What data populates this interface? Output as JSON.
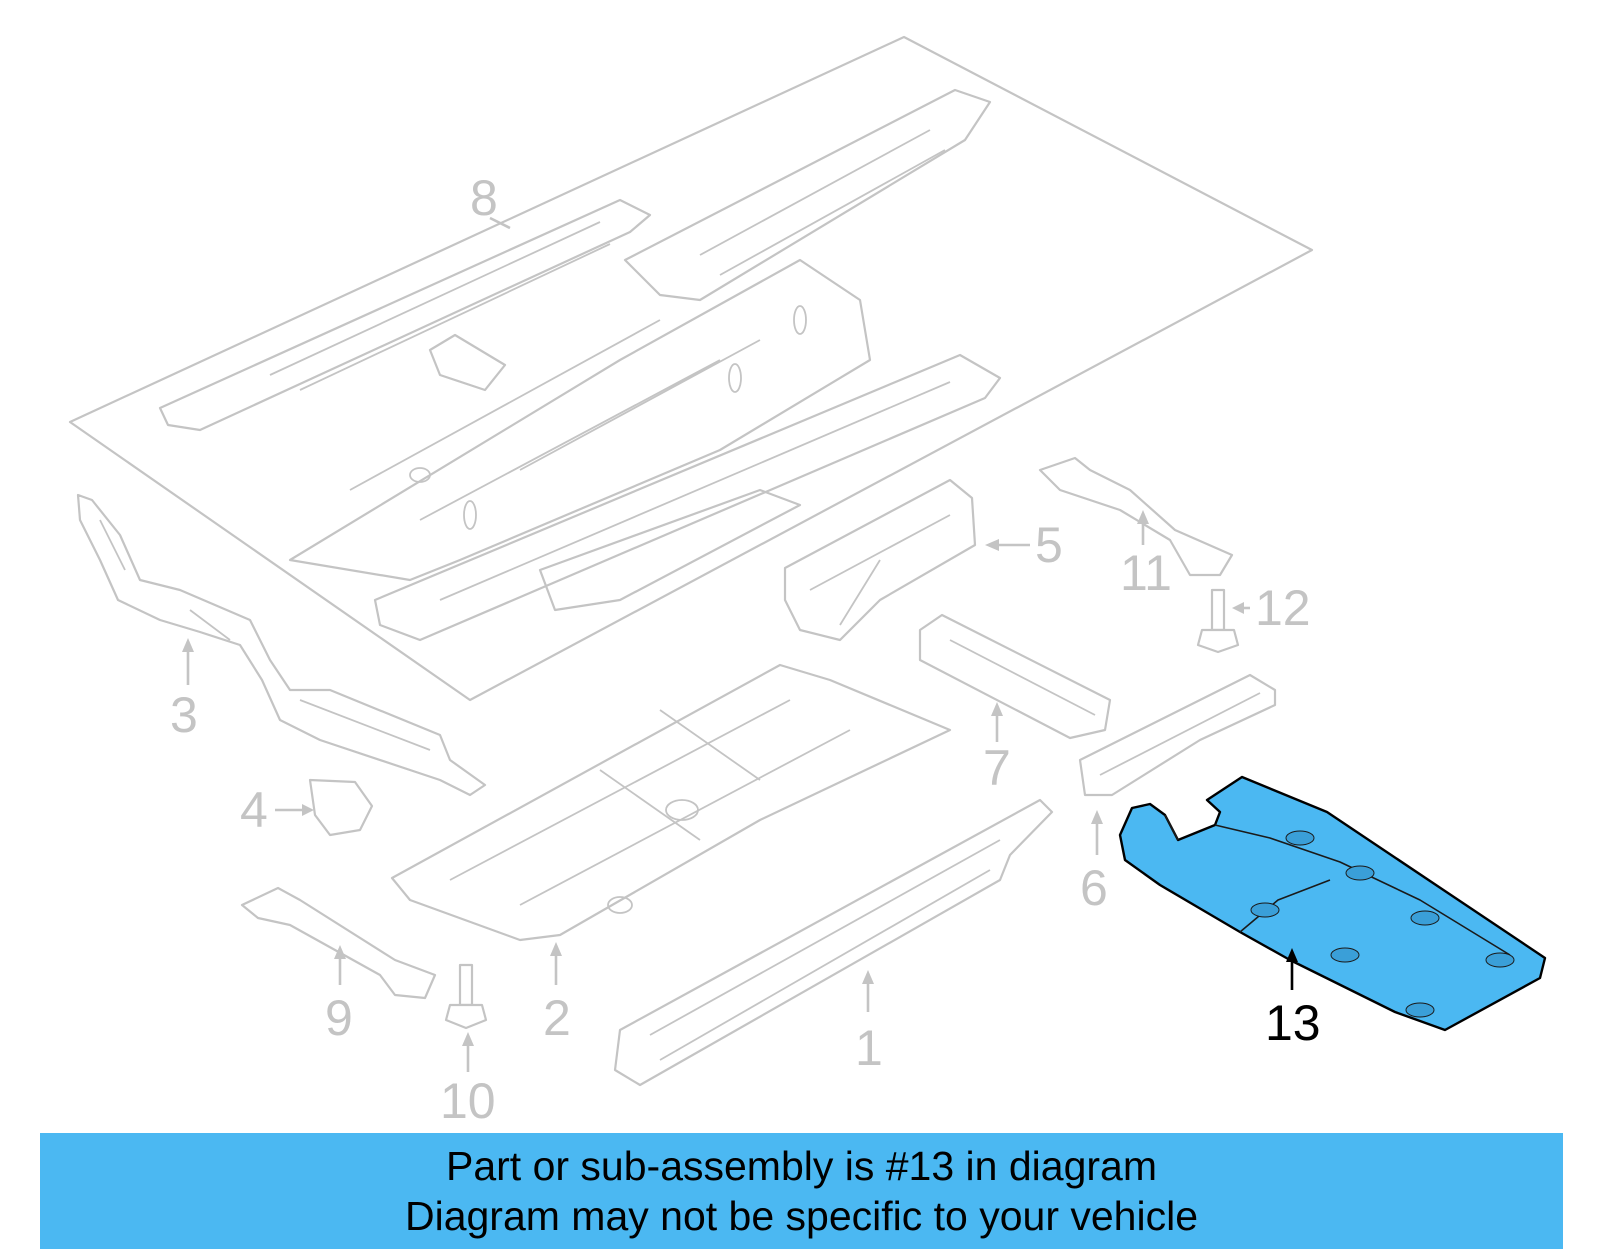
{
  "callouts": {
    "c1": "1",
    "c2": "2",
    "c3": "3",
    "c4": "4",
    "c5": "5",
    "c6": "6",
    "c7": "7",
    "c8": "8",
    "c9": "9",
    "c10": "10",
    "c11": "11",
    "c12": "12",
    "c13": "13"
  },
  "highlighted_part": "13",
  "colors": {
    "highlight": "#4bb8f2",
    "line_gray": "#c4c4c4",
    "banner_bg": "#4bb8f2",
    "text_black": "#000000"
  },
  "banner": {
    "line1": "Part or sub-assembly is #13 in diagram",
    "line2": "Diagram may not be specific to your vehicle"
  }
}
